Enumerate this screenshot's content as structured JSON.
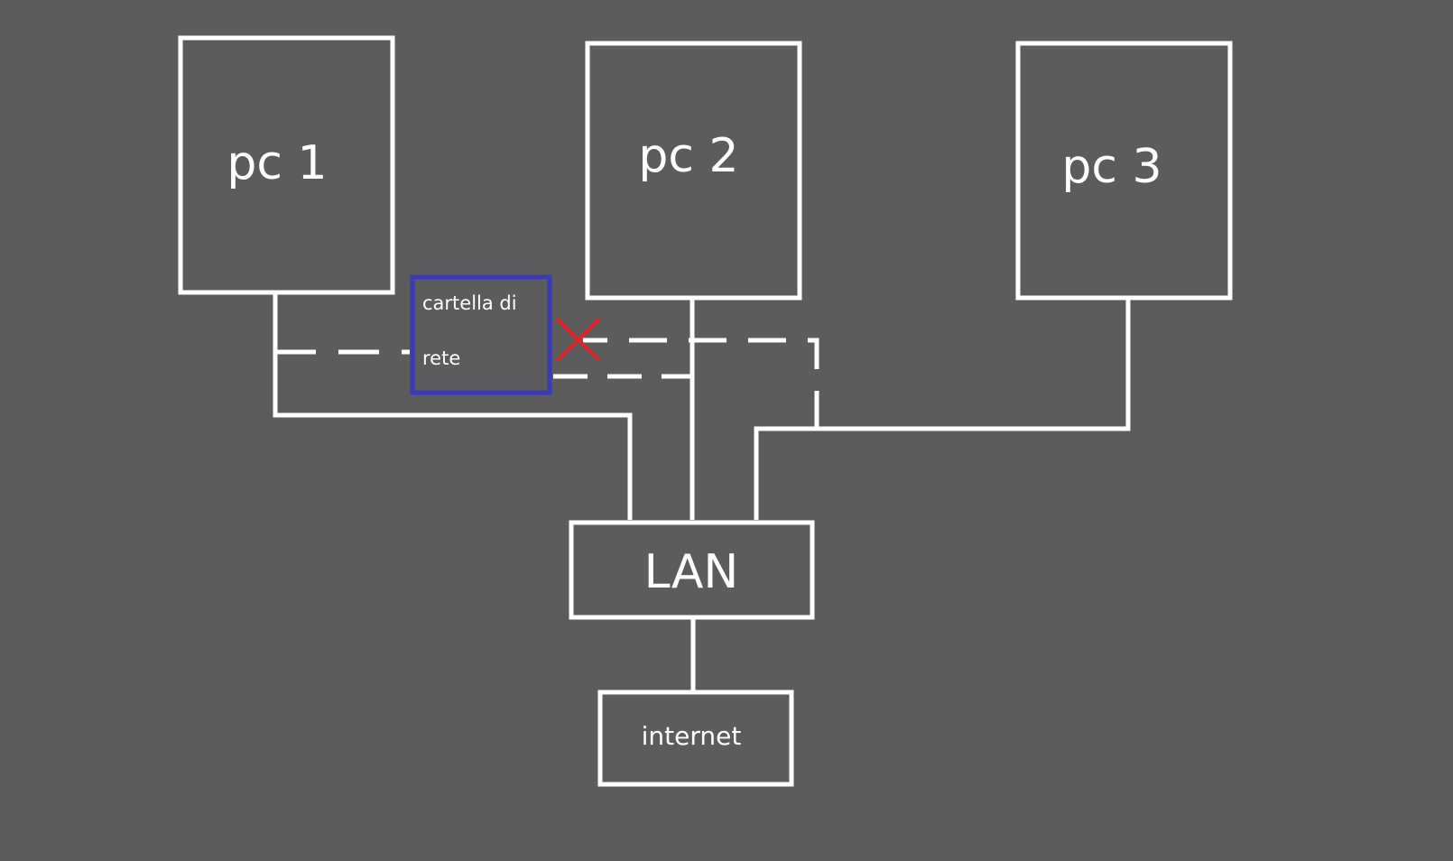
{
  "colors": {
    "background": "#5c5c5c",
    "line": "#ffffff",
    "share_border": "#3a3ab8",
    "blocked": "#e2242a"
  },
  "nodes": {
    "pc1": {
      "label": "pc 1"
    },
    "pc2": {
      "label": "pc 2"
    },
    "pc3": {
      "label": "pc 3"
    },
    "lan": {
      "label": "LAN"
    },
    "internet": {
      "label": "internet"
    }
  },
  "network_share": {
    "label_line1": "cartella di",
    "label_line2": "rete"
  },
  "blocked_marker": {
    "icon": "cross-icon"
  }
}
